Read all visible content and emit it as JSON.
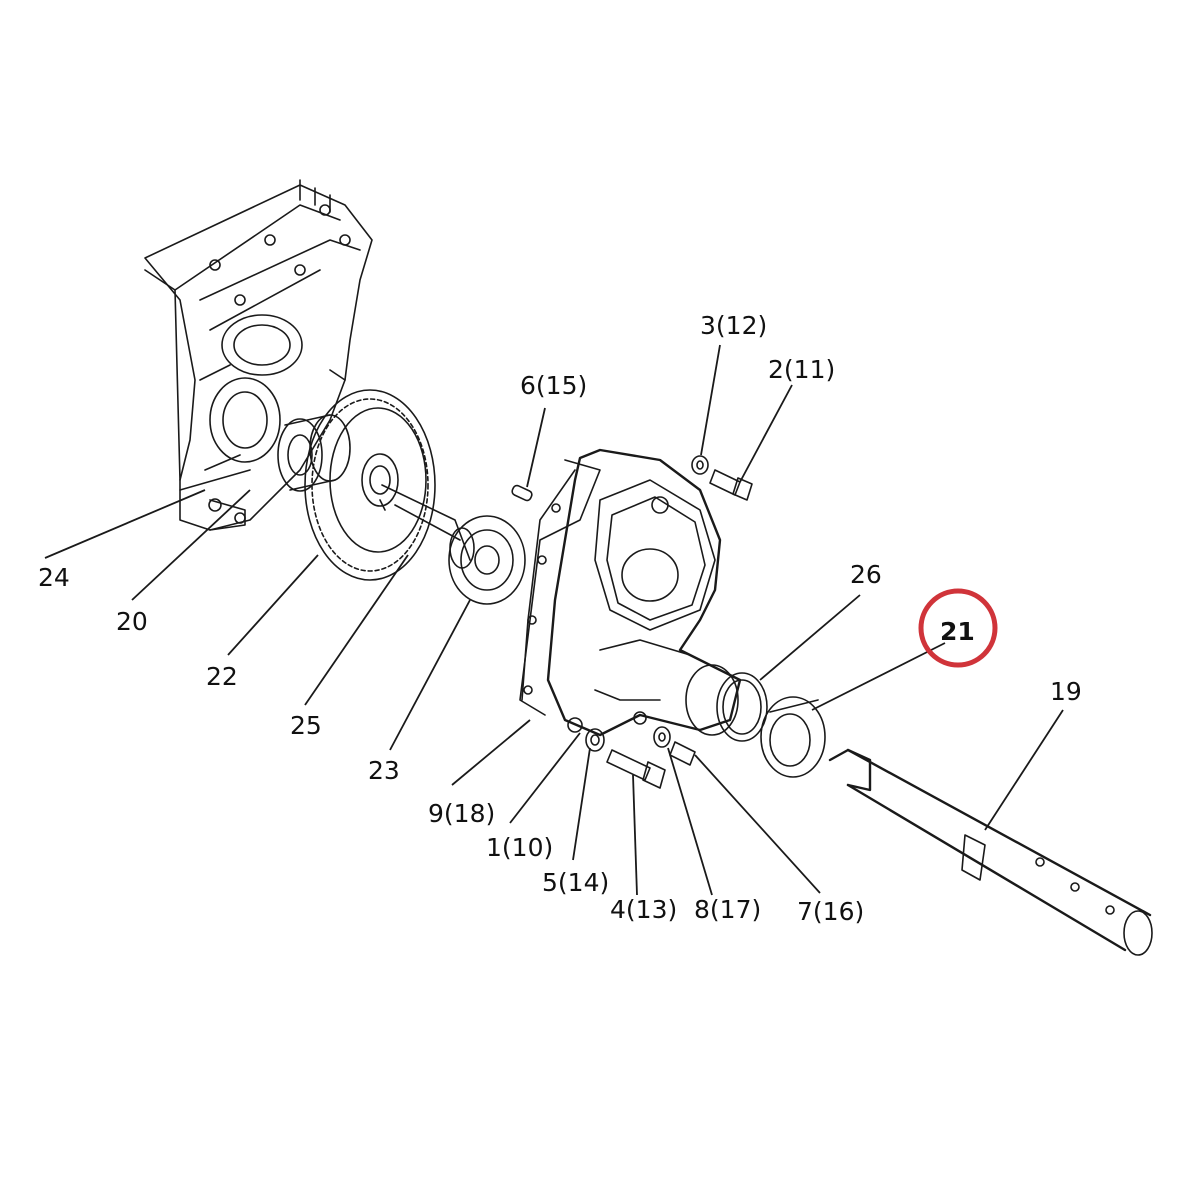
{
  "callouts": [
    {
      "id": "p24",
      "text": "24"
    },
    {
      "id": "p20",
      "text": "20"
    },
    {
      "id": "p22",
      "text": "22"
    },
    {
      "id": "p25",
      "text": "25"
    },
    {
      "id": "p23",
      "text": "23"
    },
    {
      "id": "p9",
      "text": "9(18)"
    },
    {
      "id": "p1",
      "text": "1(10)"
    },
    {
      "id": "p5",
      "text": "5(14)"
    },
    {
      "id": "p4",
      "text": "4(13)"
    },
    {
      "id": "p8",
      "text": "8(17)"
    },
    {
      "id": "p7",
      "text": "7(16)"
    },
    {
      "id": "p6",
      "text": "6(15)"
    },
    {
      "id": "p3",
      "text": "3(12)"
    },
    {
      "id": "p2",
      "text": "2(11)"
    },
    {
      "id": "p26",
      "text": "26"
    },
    {
      "id": "p21",
      "text": "21"
    },
    {
      "id": "p19",
      "text": "19"
    }
  ],
  "highlight": {
    "callout": "21",
    "color": "#d0343a"
  }
}
